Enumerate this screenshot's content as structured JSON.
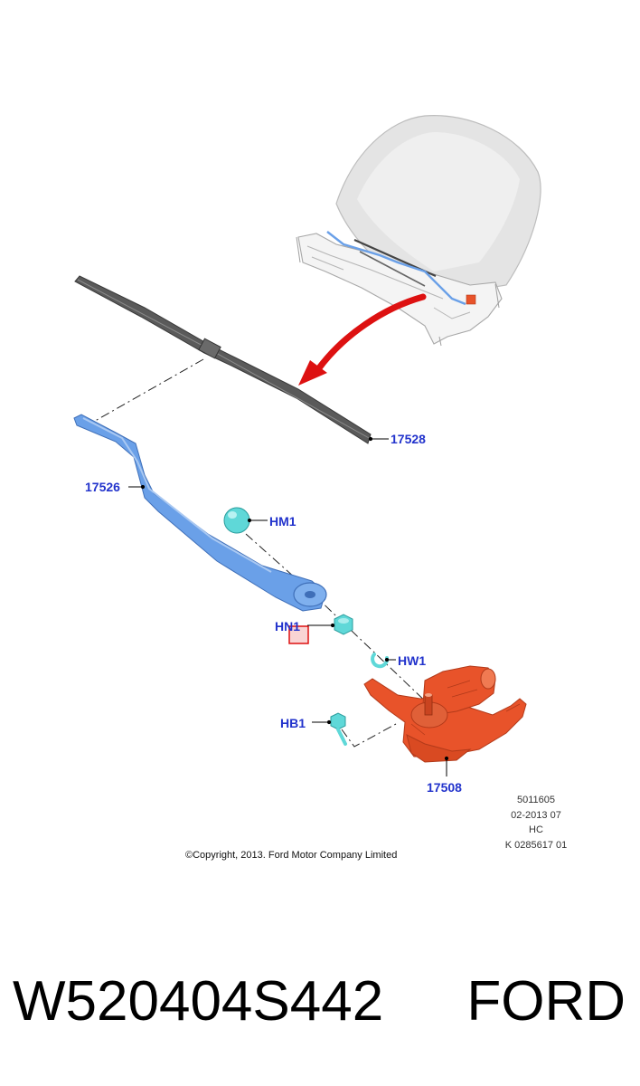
{
  "colors": {
    "callout_text": "#2233cc",
    "wiper_arm": "#6aa0e8",
    "wiper_blade": "#555555",
    "motor": "#e8532a",
    "fastener": "#5fd8d8",
    "arrow": "#dd1111",
    "highlight_box": "#dd1111",
    "hood": "#e2e2e2"
  },
  "callouts": {
    "blade": "17528",
    "arm": "17526",
    "cap": "HM1",
    "nut": "HN1",
    "washer": "HW1",
    "bolt": "HB1",
    "motor": "17508"
  },
  "meta": {
    "line1": "5011605",
    "line2": "02-2013 07",
    "line3": "HC",
    "line4": "K 0285617 01"
  },
  "copyright": "©Copyright, 2013. Ford Motor Company Limited",
  "footer": {
    "part_number": "W520404S442",
    "brand": "FORD"
  }
}
